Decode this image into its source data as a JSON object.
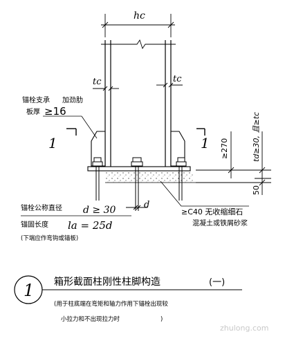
{
  "top_dimension": "hc",
  "thickness_left": "tc",
  "thickness_right": "tc",
  "stiffener_labels": {
    "anchor_support": "锚栓支承",
    "stiffener": "加劲肋",
    "plate_thickness": "板厚",
    "min_thickness": "≥16"
  },
  "section_marks": {
    "left": "1",
    "right": "1"
  },
  "right_dims": {
    "height_270": "≥270",
    "plate_t": "td≥30,  且≥tc",
    "grout_50": "50"
  },
  "bottom_dims": {
    "d_label": "d",
    "anchor_dia_label": "锚栓公称直径",
    "anchor_dia_value": "d ≥ 30",
    "anchor_len_label": "锚固长度",
    "anchor_len_value": "la = 25d",
    "anchor_len_note": "(下端应作弯钩或锚板)",
    "grout_spec": "≥C40 无收缩细石",
    "grout_spec2": "混凝土或铁屑砂浆"
  },
  "title_block": {
    "number": "1",
    "title": "箱形截面柱刚性柱脚构造",
    "variant": "(一)",
    "note_line1": "(用于柱底端在弯矩和轴力作用下锚栓出现较",
    "note_line2": "小拉力和不出现拉力时",
    "note_close": ")"
  },
  "watermark": "zhulong.com"
}
